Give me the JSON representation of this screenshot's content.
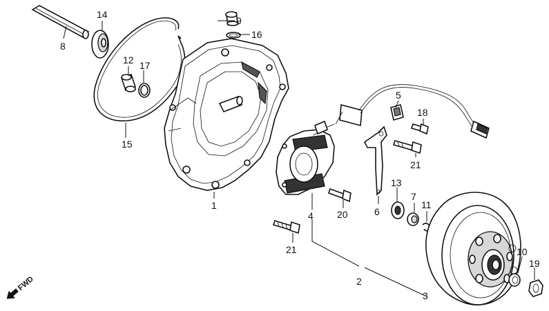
{
  "labels": {
    "l1": "1",
    "l2": "2",
    "l3": "3",
    "l4": "4",
    "l5": "5",
    "l6": "6",
    "l7": "7",
    "l8": "8",
    "l9": "9",
    "l10": "10",
    "l11": "11",
    "l12": "12",
    "l13": "13",
    "l14": "14",
    "l15": "15",
    "l16": "16",
    "l17": "17",
    "l18": "18",
    "l19": "19",
    "l20": "20",
    "l21a": "21",
    "l21b": "21"
  },
  "fwd_label": "FWD",
  "icons": {
    "fwd_arrow": "fwd-arrow-icon"
  }
}
